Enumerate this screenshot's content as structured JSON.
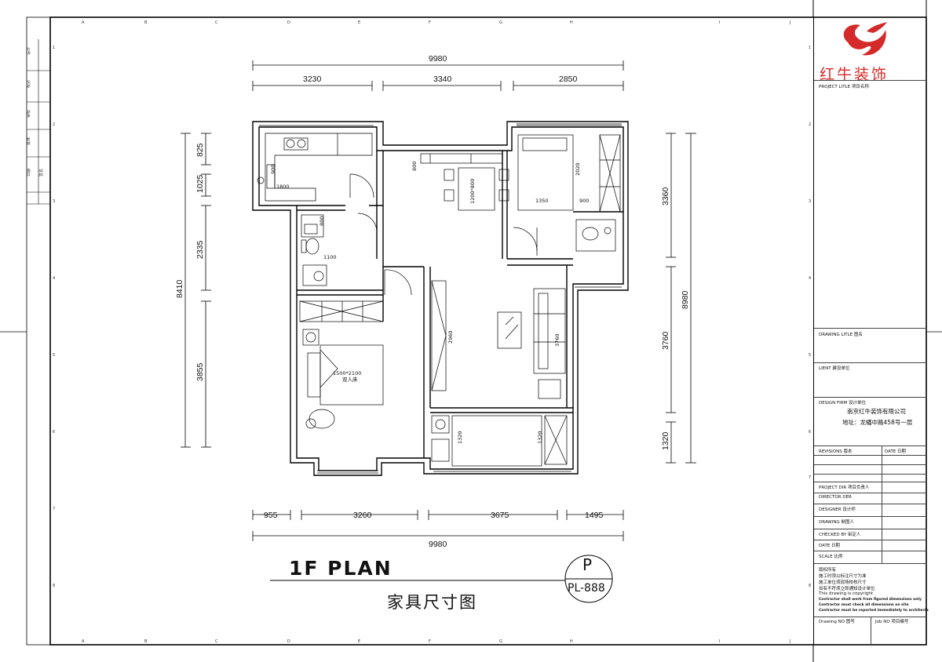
{
  "brand": {
    "name": "红牛装饰"
  },
  "dimensions": {
    "top_total": "9980",
    "top_segments": [
      "3230",
      "3340",
      "2850"
    ],
    "bottom_total": "9980",
    "bottom_segments": [
      "955",
      "3260",
      "3675",
      "1495"
    ],
    "left_total": "8410",
    "left_segments": [
      "825",
      "1025",
      "2335",
      "3855"
    ],
    "right_total": "8980",
    "right_segments": [
      "3360",
      "3760",
      "1320"
    ]
  },
  "room_labels": {
    "kitchen_900": "900",
    "kitchen_1800": "1800",
    "dining_1200": "1200*800",
    "dining_800": "800",
    "bath_800": "800",
    "bath_1100": "1100",
    "bed_1500": "1500*2100",
    "bed_type": "双人床",
    "wardrobe_2960": "2960",
    "sofa_3760": "3760",
    "second_bed_2020": "2020",
    "second_bed_1350": "1350",
    "second_bed_900": "900",
    "bottom_room_1320a": "1320",
    "bottom_room_1320b": "1320"
  },
  "grid_letters": [
    "A",
    "B",
    "C",
    "D",
    "E",
    "F",
    "G",
    "H",
    "I",
    "J"
  ],
  "grid_numbers": [
    "1",
    "2",
    "3",
    "4",
    "5",
    "6",
    "7",
    "8"
  ],
  "left_strip": [
    "设计",
    "校对",
    "审核",
    "批准",
    "日期",
    "签名"
  ],
  "title_block": {
    "project_title": "PROJECT LITLE 项目名称",
    "drawing_title": "DRAWING LITLE 图名",
    "client": "LIENT 建设单位",
    "design_firm": "DESIGN FIRM 设计单位",
    "firm_name": "南京红牛装饰有限公司",
    "firm_address": "地址：龙蟠中路458号一层",
    "revisions": "REVISIONS 版本",
    "date_col": "DATE 日期",
    "project_dir": "PROJECT DIR 项目负责人",
    "director": "DIRECTOR DER",
    "designer": "DESIGNER 设计师",
    "drawing": "DRAWING 制图人",
    "checked": "CHECKED BY 审定人",
    "date": "DATE 日期",
    "scale": "SCALE 比例",
    "copyright_lines": [
      "版权所有",
      "施工时须以标注尺寸为准",
      "施工单位须现场校核尺寸",
      "如有不符须立即通知设计单位",
      "This drawing is copyright",
      "Contractor shall work from figured dimensions only",
      "Contractor must check all dimensions on site",
      "Contractor must be reported immediately to architects"
    ],
    "drawing_no": "Drawing NO 图号",
    "job_no": "Job NO 项目编号"
  },
  "titles": {
    "main": "1F PLAN",
    "sub": "家具尺寸图",
    "stamp_letter": "P",
    "stamp_code": "PL-888"
  },
  "colors": {
    "line": "#111111",
    "accent": "#d42a2a"
  }
}
